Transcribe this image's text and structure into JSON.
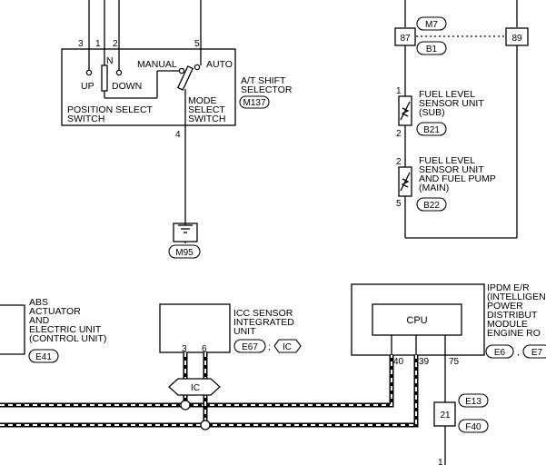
{
  "shift_selector": {
    "pins": {
      "p3": "3",
      "p1": "1",
      "p2": "2",
      "p5": "5",
      "p4": "4"
    },
    "position_labels": {
      "n": "N",
      "up": "UP",
      "down": "DOWN"
    },
    "mode_labels": {
      "manual": "MANUAL",
      "auto": "AUTO"
    },
    "position_switch": [
      "POSITION SELECT",
      "SWITCH"
    ],
    "mode_switch": [
      "MODE",
      "SELECT",
      "SWITCH"
    ],
    "title": [
      "A/T SHIFT",
      "SELECTOR"
    ],
    "connector": "M137",
    "ground_connector": "M95"
  },
  "fuel_unit": {
    "top_connector": "M7",
    "pin_left": "87",
    "pin_right": "89",
    "mid_connector": "B1",
    "sub": {
      "pin_top": "1",
      "pin_bottom": "2",
      "label": [
        "FUEL LEVEL",
        "SENSOR UNIT",
        "(SUB)"
      ],
      "connector": "B21"
    },
    "main": {
      "pin_top": "2",
      "pin_bottom": "5",
      "label": [
        "FUEL LEVEL",
        "SENSOR UNIT",
        "AND FUEL PUMP",
        "(MAIN)"
      ],
      "connector": "B22"
    }
  },
  "abs": {
    "label": [
      "ABS",
      "ACTUATOR",
      "AND",
      "ELECTRIC UNIT",
      "(CONTROL UNIT)"
    ],
    "connector": "E41"
  },
  "icc": {
    "label": [
      "ICC SENSOR",
      "INTEGRATED",
      "UNIT"
    ],
    "pin_left": "3",
    "pin_right": "6",
    "connector": "E67",
    "separator": ";",
    "tag": "IC",
    "bus_tag": "IC"
  },
  "ipdm": {
    "label": [
      "IPDM E/R",
      "(INTELLIGEN",
      "POWER",
      "DISTRIBUT",
      "MODULE",
      "ENGINE RO"
    ],
    "cpu": "CPU",
    "connector_1": "E6",
    "separator": ",",
    "connector_2": "E7",
    "pins": {
      "p40": "40",
      "p39": "39",
      "p75": "75"
    }
  },
  "joint": {
    "pin": "21",
    "connector_top": "E13",
    "connector_bottom": "F40",
    "pin_bottom": "1"
  },
  "colors": {
    "line": "#000000",
    "background": "#ffffff"
  }
}
